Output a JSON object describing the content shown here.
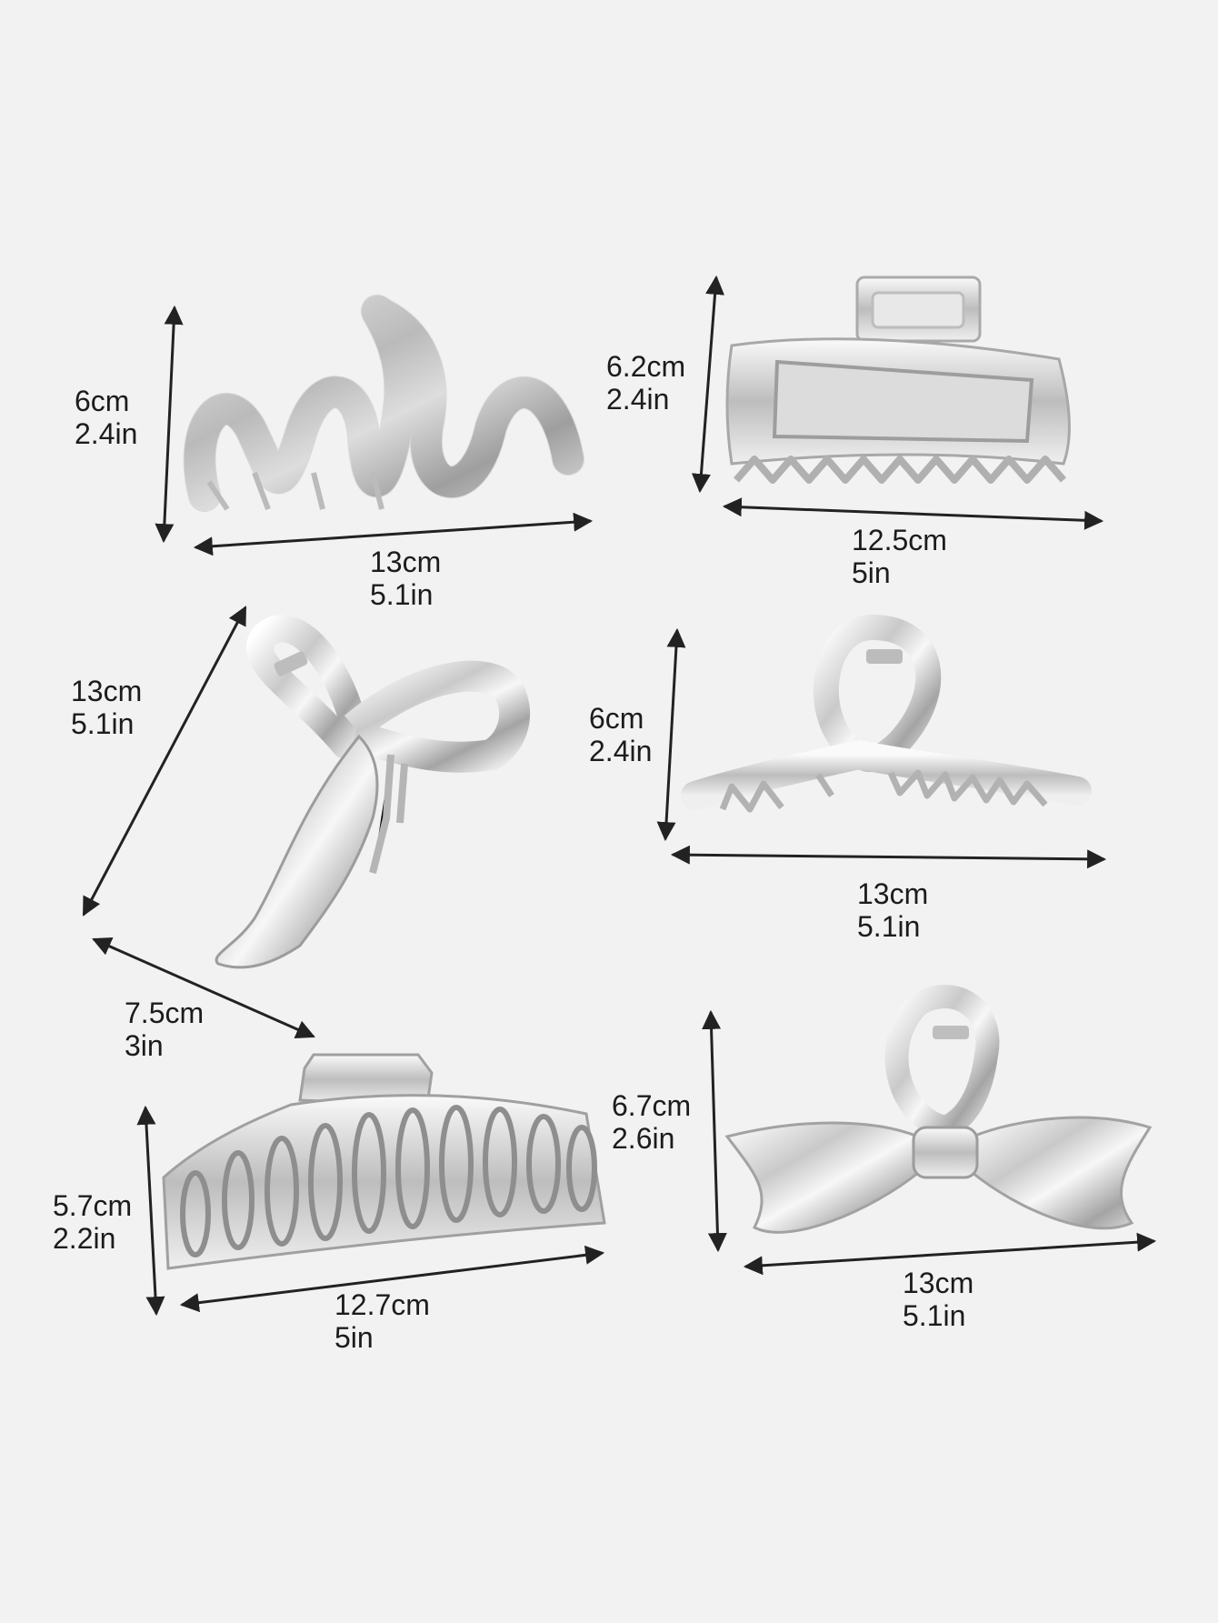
{
  "clips": [
    {
      "name": "wave",
      "height_cm": "6cm",
      "height_in": "2.4in",
      "width_cm": "13cm",
      "width_in": "5.1in"
    },
    {
      "name": "rectangle",
      "height_cm": "6.2cm",
      "height_in": "2.4in",
      "width_cm": "12.5cm",
      "width_in": "5in"
    },
    {
      "name": "bow-diagonal",
      "length_cm": "13cm",
      "length_in": "5.1in",
      "width_cm": "7.5cm",
      "width_in": "3in"
    },
    {
      "name": "loop",
      "height_cm": "6cm",
      "height_in": "2.4in",
      "width_cm": "13cm",
      "width_in": "5.1in"
    },
    {
      "name": "comb",
      "height_cm": "5.7cm",
      "height_in": "2.2in",
      "width_cm": "12.7cm",
      "width_in": "5in"
    },
    {
      "name": "bow",
      "height_cm": "6.7cm",
      "height_in": "2.6in",
      "width_cm": "13cm",
      "width_in": "5.1in"
    }
  ],
  "colors": {
    "background": "#f2f2f2",
    "metal_light": "#fbfbfb",
    "metal_dark": "#9a9a9a",
    "text": "#1c1c1c",
    "arrow": "#222222"
  }
}
